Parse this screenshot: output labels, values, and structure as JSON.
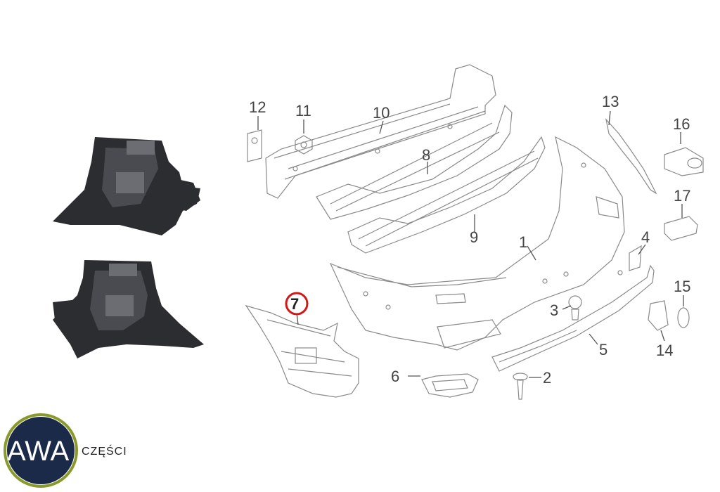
{
  "callouts": [
    {
      "id": "p1",
      "label": "1"
    },
    {
      "id": "p2",
      "label": "2"
    },
    {
      "id": "p3",
      "label": "3"
    },
    {
      "id": "p4",
      "label": "4"
    },
    {
      "id": "p5",
      "label": "5"
    },
    {
      "id": "p6",
      "label": "6"
    },
    {
      "id": "p7",
      "label": "7"
    },
    {
      "id": "p8",
      "label": "8"
    },
    {
      "id": "p9",
      "label": "9"
    },
    {
      "id": "p10",
      "label": "10"
    },
    {
      "id": "p11",
      "label": "11"
    },
    {
      "id": "p12",
      "label": "12"
    },
    {
      "id": "p13",
      "label": "13"
    },
    {
      "id": "p14",
      "label": "14"
    },
    {
      "id": "p15",
      "label": "15"
    },
    {
      "id": "p16",
      "label": "16"
    },
    {
      "id": "p17",
      "label": "17"
    }
  ],
  "highlight": {
    "label": "7",
    "color": "#d01818"
  },
  "logo": {
    "text": "AWA",
    "suffix": "CZĘŚCI",
    "circle_color": "#1c2a4a",
    "ring_color": "#8a9a2a"
  }
}
